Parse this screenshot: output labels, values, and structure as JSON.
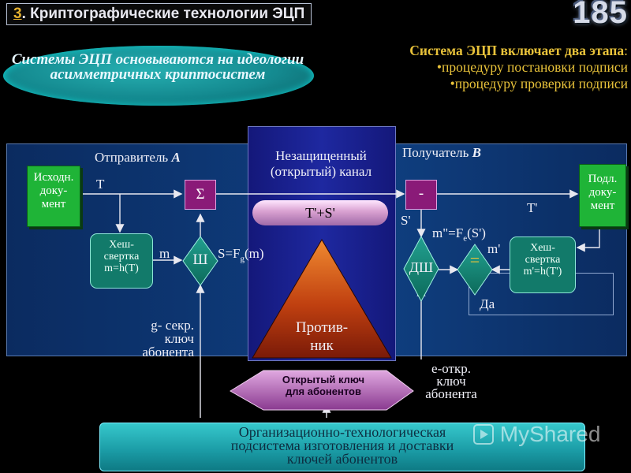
{
  "header": {
    "title_num": "3",
    "title_text": ". Криптографические технологии ЭЦП",
    "page_number": "185"
  },
  "intro": {
    "ellipse_text": "Системы ЭЦП основываются на идеологии асимметричных криптосистем",
    "stages_heading": "Система ЭЦП включает два этапа",
    "stages_colon": ":",
    "stages": [
      "•процедуру постановки подписи",
      "•процедуру проверки подписи"
    ]
  },
  "diagram": {
    "sender_label": "Отправитель ",
    "sender_letter": "A",
    "receiver_label": "Получатель ",
    "receiver_letter": "B",
    "channel_line1": "Незащищенный",
    "channel_line2": "(открытый) канал",
    "channel_signal": "T'+S'",
    "source_doc": [
      "Исходн.",
      "доку-",
      "мент"
    ],
    "signed_doc": [
      "Подл.",
      "доку-",
      "мент"
    ],
    "hash_left": [
      "Хеш-",
      "свертка",
      "m=h(T)"
    ],
    "hash_right": [
      "Хеш-",
      "свертка",
      "m'=h(T')"
    ],
    "sum_symbol": "Σ",
    "minus_symbol": "-",
    "encrypt_symbol": "Ш",
    "decrypt_symbol": "ДШ",
    "compare_symbol": "=",
    "T_label": "T",
    "T_prime_label": "T'",
    "m_label": "m",
    "m_prime_label": "m'",
    "S_label": "S=F",
    "S_sub": "g",
    "S_arg": "(m)",
    "S_prime_label": "S'",
    "verify_label": "m\"=F",
    "verify_sub": "e",
    "verify_arg": "(S')",
    "yes_label": "Да",
    "secret_key_label": [
      "g- секр.",
      "ключ",
      "абонента"
    ],
    "public_key_label": [
      "e-откр.",
      "ключ",
      "абонента"
    ],
    "adversary": [
      "Против-",
      "ник"
    ],
    "public_key_center": [
      "Открытый ключ",
      "для абонентов"
    ],
    "org_subsystem": [
      "Организационно-технологическая",
      "подсистема изготовления и доставки",
      "ключей абонентов"
    ]
  },
  "watermark": "MyShared",
  "colors": {
    "accent_yellow": "#e8c23a",
    "panel_blue": "#0e3b7a",
    "channel_blue": "#1e28a0",
    "doc_green": "#1fb437",
    "hash_teal": "#127a6a",
    "op_magenta": "#8a1a78",
    "adversary_red": "#c04010"
  }
}
